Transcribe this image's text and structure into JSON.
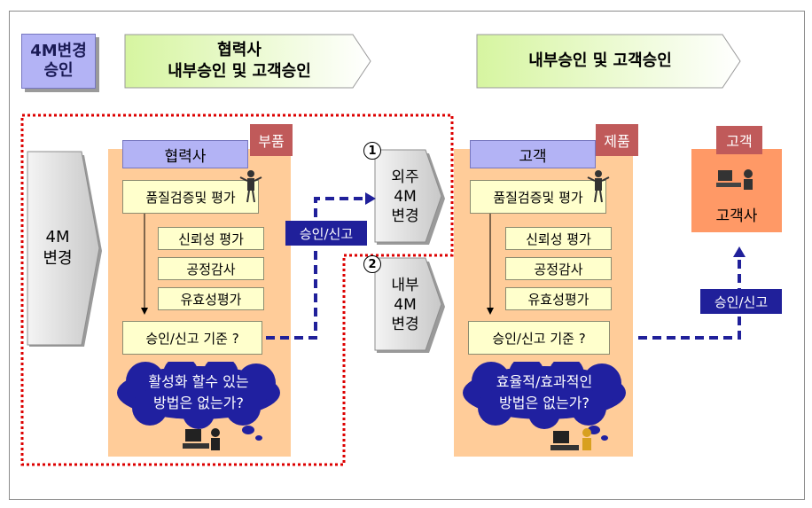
{
  "tag": {
    "line1": "4M변경",
    "line2": "승인"
  },
  "header_left": {
    "line1": "협력사",
    "line2": "내부승인 및 고객승인"
  },
  "header_right": {
    "line1": "내부승인 및 고객승인"
  },
  "left_arrow": {
    "line1": "4M",
    "line2": "변경"
  },
  "supplier": {
    "header": "협력사",
    "badge": "부품",
    "quality": "품질검증및 평가",
    "steps": [
      "신뢰성 평가",
      "공정감사",
      "유효성평가"
    ],
    "criteria": "승인/신고 기준 ?",
    "cloud": {
      "line1": "활성화 할수 있는",
      "line2": "방법은 없는가?"
    }
  },
  "middle": {
    "num1": "1",
    "outside": {
      "line1": "외주",
      "line2": "4M",
      "line3": "변경"
    },
    "num2": "2",
    "inside": {
      "line1": "내부",
      "line2": "4M",
      "line3": "변경"
    },
    "approve_label": "승인/신고"
  },
  "customer": {
    "header": "고객",
    "badge": "제품",
    "quality": "품질검증및 평가",
    "steps": [
      "신뢰성 평가",
      "공정감사",
      "유효성평가"
    ],
    "criteria": "승인/신고 기준 ?",
    "cloud": {
      "line1": "효율적/효과적인",
      "line2": "방법은 없는가?"
    }
  },
  "client": {
    "badge": "고객",
    "name": "고객사",
    "approve_label": "승인/신고"
  },
  "colors": {
    "panel": "#ffcc99",
    "header": "#b3b3f5",
    "box": "#ffffcc",
    "label": "#20209a",
    "badge": "#c05a5a",
    "dotted_border": "#dd0000",
    "chevron": "#f2ffd5",
    "client_box": "#ff9966"
  }
}
